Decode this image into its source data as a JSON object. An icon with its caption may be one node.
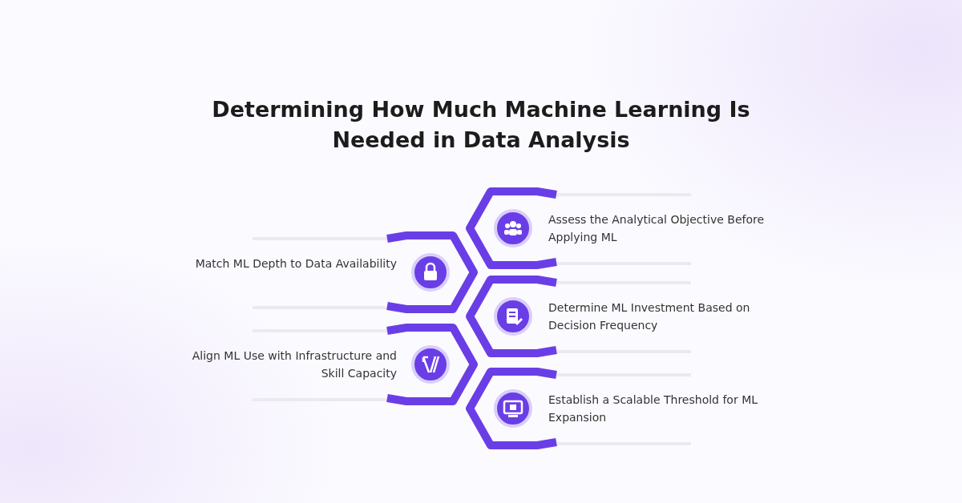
{
  "diagram": {
    "title": "Determining How Much Machine Learning Is Needed in Data Analysis",
    "nodes": [
      {
        "text": [
          "Assess the Analytical Objective Before Applying ML"
        ]
      },
      {
        "text": [
          "Match ML Depth to Data Availability"
        ]
      },
      {
        "text": [
          "Determine ML Investment Based on Decision Frequency"
        ]
      },
      {
        "text": [
          "Align ML Use with Infrastructure and Skill Capacity"
        ]
      },
      {
        "text": [
          "Establish a Scalable Threshold for ML Expansion"
        ]
      }
    ]
  }
}
